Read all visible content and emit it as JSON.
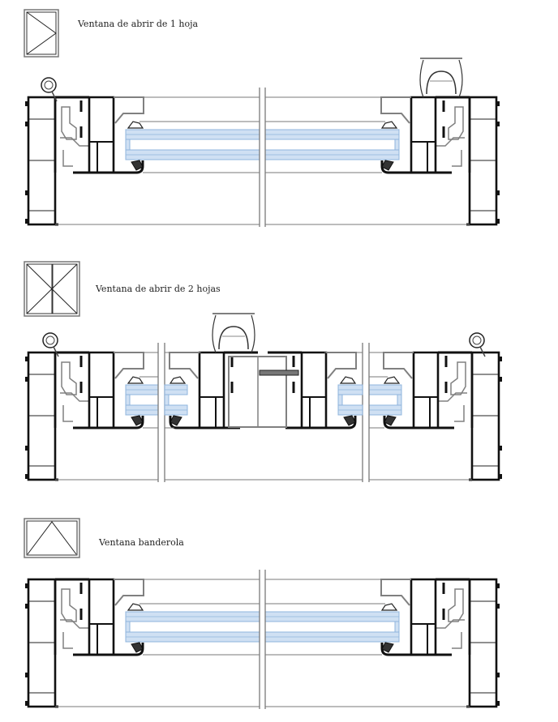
{
  "sections": [
    {
      "label": "Ventana de abrir de 1 hoja"
    },
    {
      "label": "Ventana de abrir de 2 hojas"
    },
    {
      "label": "Ventana banderola"
    }
  ],
  "colors": {
    "glass_fill": "#cfe0f3",
    "glass_stroke": "#8fb4dc",
    "profile": "#111111",
    "gasket": "#808080",
    "line": "#7a7a7a"
  }
}
